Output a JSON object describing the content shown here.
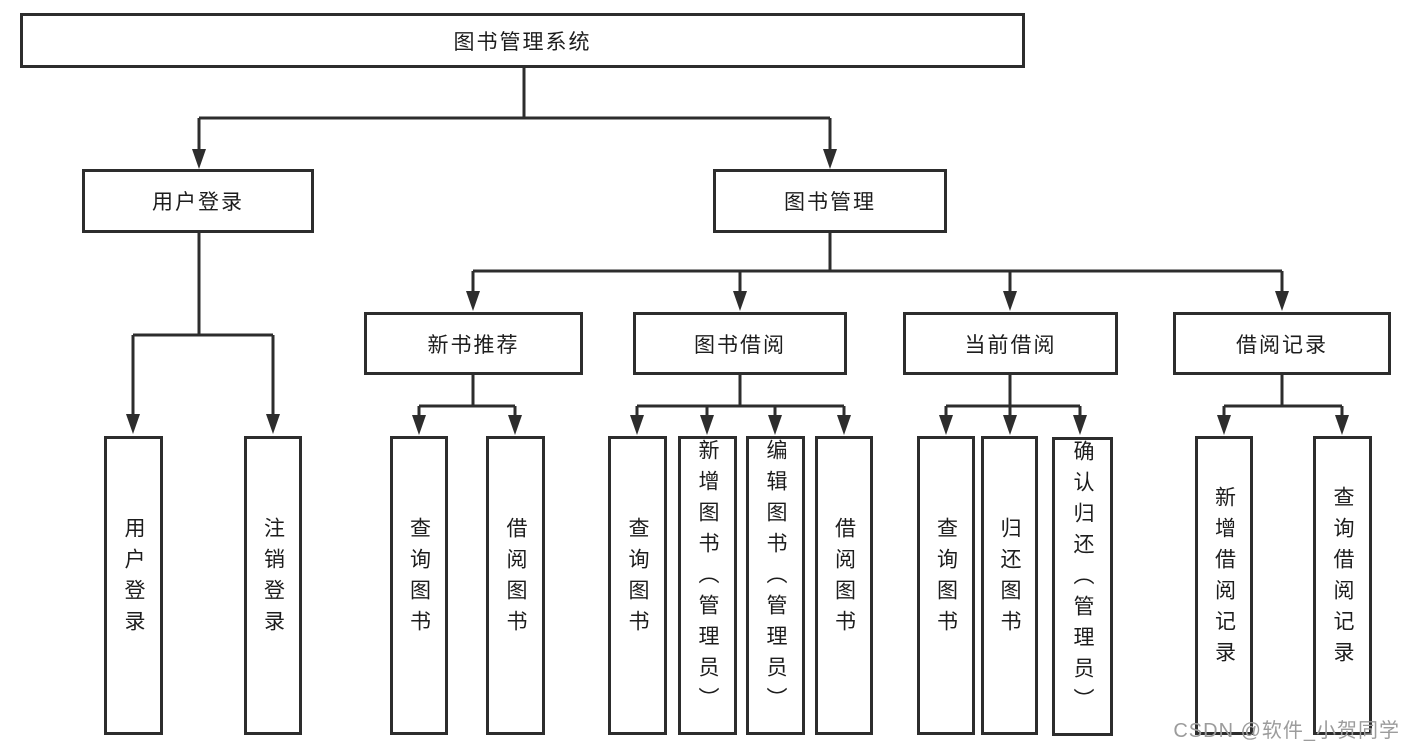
{
  "diagram": {
    "type": "hierarchy",
    "tree": {
      "root": {
        "label": "图书管理系统"
      },
      "branches": [
        {
          "label": "用户登录",
          "leaves": [
            {
              "label": "用户登录"
            },
            {
              "label": "注销登录"
            }
          ]
        },
        {
          "label": "图书管理",
          "groups": [
            {
              "label": "新书推荐",
              "leaves": [
                {
                  "label": "查询图书"
                },
                {
                  "label": "借阅图书"
                }
              ]
            },
            {
              "label": "图书借阅",
              "leaves": [
                {
                  "label": "查询图书"
                },
                {
                  "label": "新增图书（管理员）"
                },
                {
                  "label": "编辑图书（管理员）"
                },
                {
                  "label": "借阅图书"
                }
              ]
            },
            {
              "label": "当前借阅",
              "leaves": [
                {
                  "label": "查询图书"
                },
                {
                  "label": "归还图书"
                },
                {
                  "label": "确认归还（管理员）"
                }
              ]
            },
            {
              "label": "借阅记录",
              "leaves": [
                {
                  "label": "新增借阅记录"
                },
                {
                  "label": "查询借阅记录"
                }
              ]
            }
          ]
        }
      ]
    },
    "colors": {
      "line": "#2d2d2d",
      "box_border": "#2d2d2d",
      "box_fill": "#ffffff",
      "text": "#1d1d1d",
      "background": "#ffffff",
      "watermark": "#9c9c9c"
    }
  },
  "watermark": {
    "text": "CSDN @软件_小贺同学"
  }
}
